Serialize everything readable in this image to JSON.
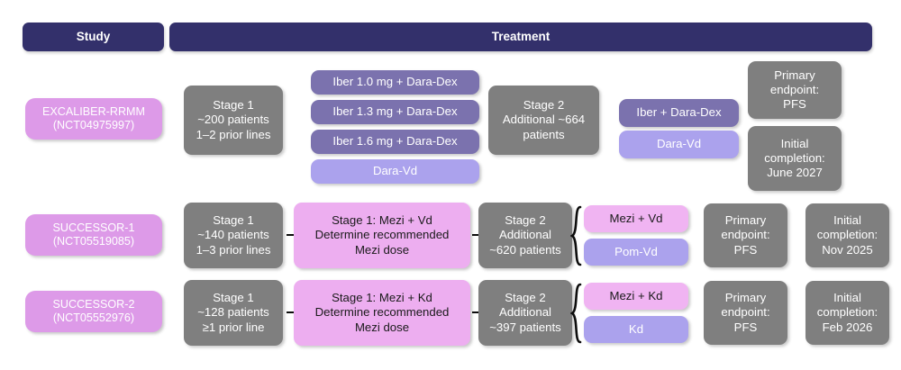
{
  "header": {
    "study_label": "Study",
    "treatment_label": "Treatment"
  },
  "colors": {
    "header_bar": "#33306b",
    "study_pill": "#dd9ae8",
    "stage_grey": "#7f7f7f",
    "arm_purple": "#7b72ae",
    "arm_lilac": "#aba2ed",
    "arm_pink_dark": "#edaef0",
    "arm_pink_light": "#f0b4f2",
    "arrow": "#0d0d0d"
  },
  "rows": [
    {
      "study": "EXCALIBER-RRMM\n(NCT04975997)",
      "stage1": "Stage 1\n~200 patients\n1–2 prior lines",
      "dose_arms": [
        "Iber 1.0 mg + Dara-Dex",
        "Iber 1.3 mg + Dara-Dex",
        "Iber 1.6 mg + Dara-Dex"
      ],
      "control_arm": "Dara-Vd",
      "stage2": "Stage 2\nAdditional ~664\npatients",
      "randomized_arms": [
        "Iber + Dara-Dex",
        "Dara-Vd"
      ],
      "primary_endpoint": "Primary\nendpoint:\nPFS",
      "initial_completion": "Initial\ncompletion:\nJune 2027"
    },
    {
      "study": "SUCCESSOR-1\n(NCT05519085)",
      "stage1": "Stage 1\n~140 patients\n1–3 prior lines",
      "dose_finding": "Stage 1: Mezi + Vd\nDetermine recommended\nMezi dose",
      "stage2": "Stage 2\nAdditional\n~620 patients",
      "randomized_arms": [
        "Mezi + Vd",
        "Pom-Vd"
      ],
      "primary_endpoint": "Primary\nendpoint:\nPFS",
      "initial_completion": "Initial\ncompletion:\nNov 2025"
    },
    {
      "study": "SUCCESSOR-2\n(NCT05552976)",
      "stage1": "Stage 1\n~128 patients\n≥1 prior line",
      "dose_finding": "Stage 1: Mezi + Kd\nDetermine recommended\nMezi dose",
      "stage2": "Stage 2\nAdditional\n~397 patients",
      "randomized_arms": [
        "Mezi + Kd",
        "Kd"
      ],
      "primary_endpoint": "Primary\nendpoint:\nPFS",
      "initial_completion": "Initial\ncompletion:\nFeb 2026"
    }
  ]
}
